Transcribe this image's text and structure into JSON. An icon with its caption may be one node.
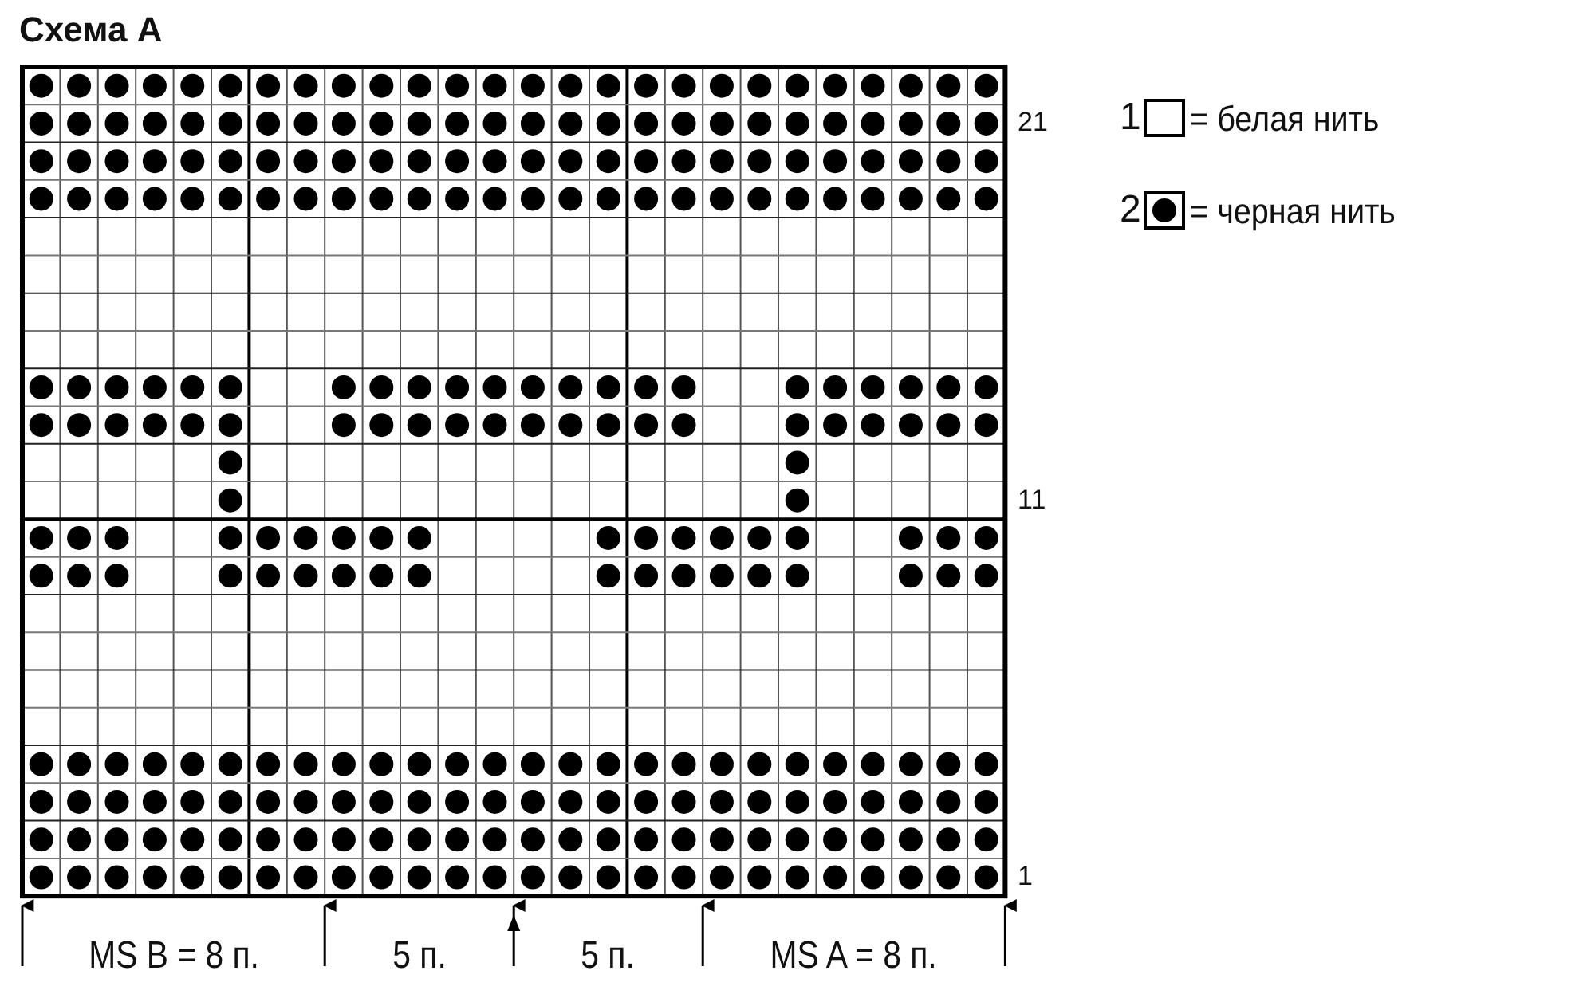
{
  "diagram": {
    "title": "Схема A",
    "labels": [
      "21",
      "11",
      "1",
      "MS B = 8 п.",
      "5 п.",
      "5 п.",
      "MS A = 8 п.",
      "1",
      "2"
    ],
    "legend": [
      {
        "text": "= белая нить"
      },
      {
        "text": "= черная нить"
      }
    ]
  }
}
